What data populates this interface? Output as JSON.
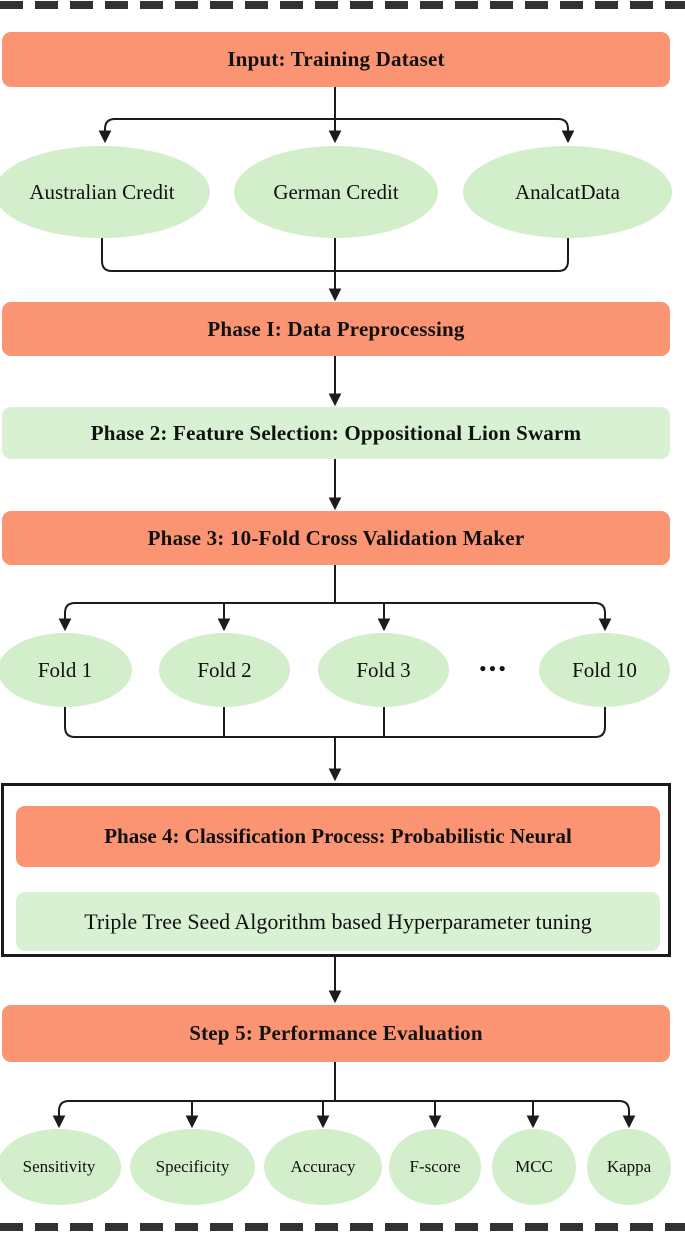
{
  "colors": {
    "phase_fill": "#FA9472",
    "green_fill": "#D8F1D2",
    "ellipse_fill": "#D3EECA",
    "line": "#1C1C1C",
    "dash": "#333333"
  },
  "nodes": {
    "input": "Input: Training Dataset",
    "datasets": [
      "Australian Credit",
      "German Credit",
      "AnalcatData"
    ],
    "phase1": "Phase I: Data Preprocessing",
    "phase2": "Phase 2: Feature Selection: Oppositional Lion Swarm",
    "phase3": "Phase 3: 10-Fold Cross Validation Maker",
    "folds": [
      "Fold 1",
      "Fold 2",
      "Fold 3",
      "Fold 10"
    ],
    "fold_ellipsis": "•••",
    "phase4": "Phase 4: Classification Process: Probabilistic Neural",
    "phase4_sub": "Triple Tree Seed Algorithm based Hyperparameter tuning",
    "step5": "Step 5: Performance Evaluation",
    "metrics": [
      "Sensitivity",
      "Specificity",
      "Accuracy",
      "F-score",
      "MCC",
      "Kappa"
    ]
  }
}
